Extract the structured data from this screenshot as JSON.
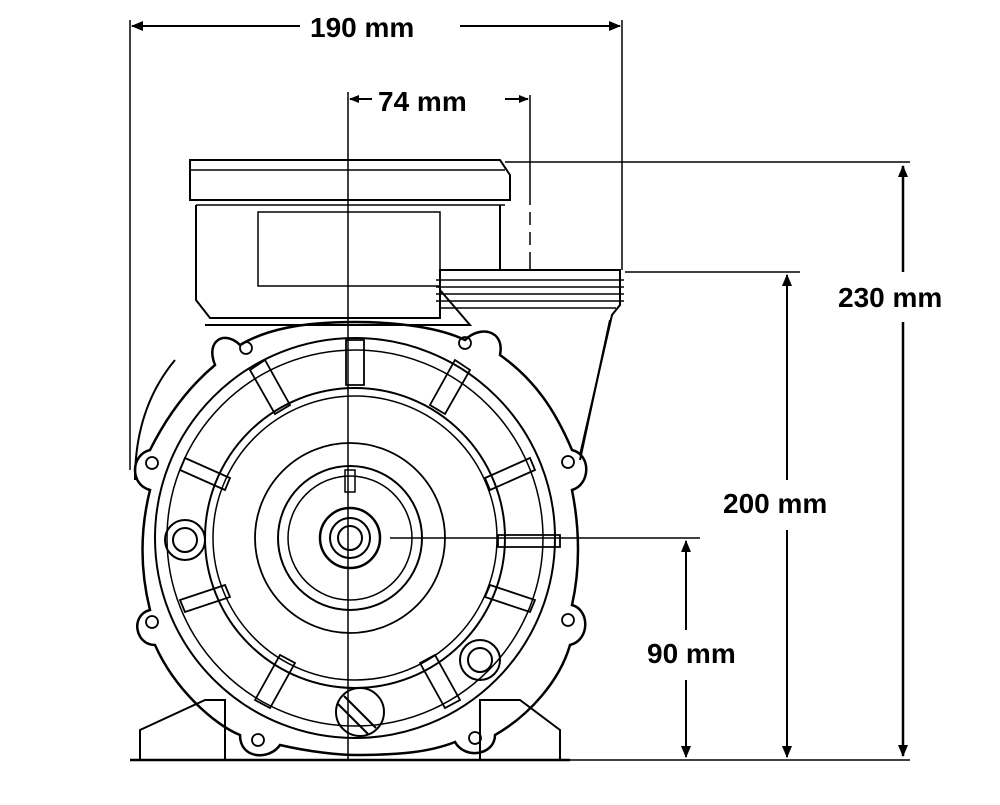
{
  "dimensions": {
    "overall_width": "190 mm",
    "outlet_offset": "74 mm",
    "overall_height": "230 mm",
    "outlet_height": "200 mm",
    "shaft_height": "90 mm"
  },
  "colors": {
    "line": "#000000",
    "background": "#ffffff",
    "guide": "#444444"
  }
}
